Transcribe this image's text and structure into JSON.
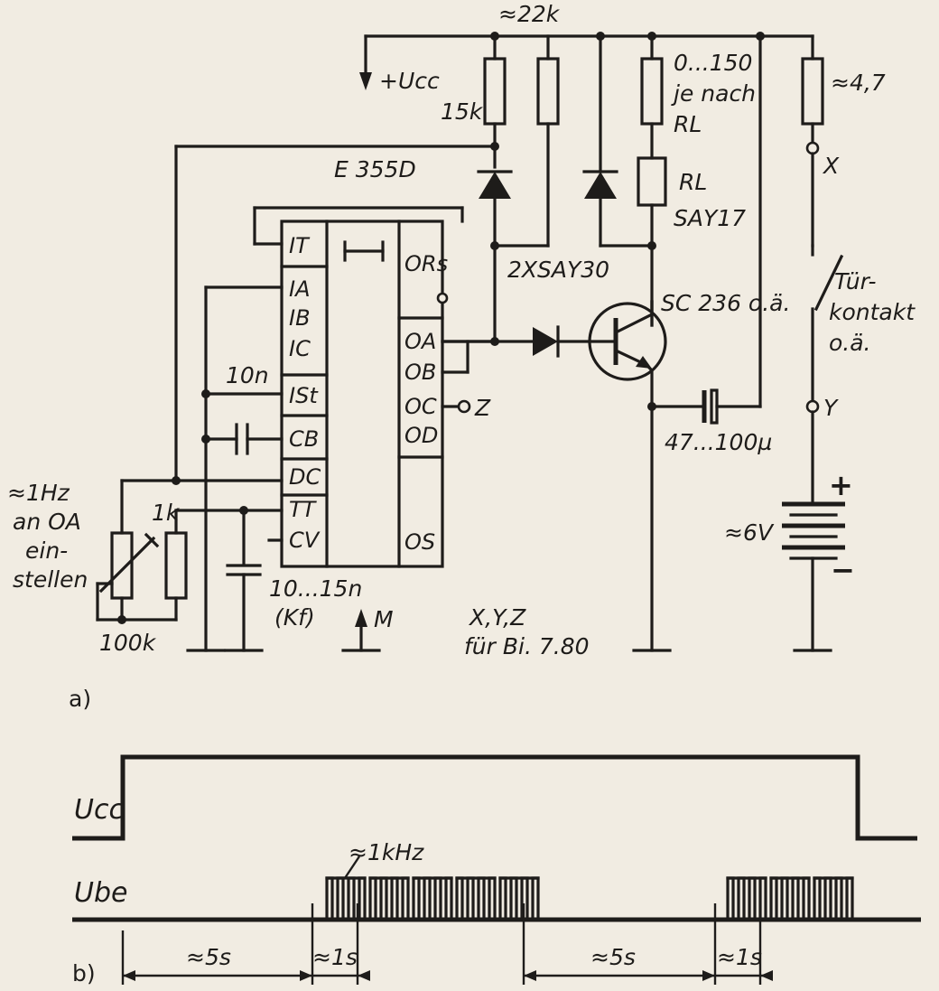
{
  "figure_labels": {
    "a": "a)",
    "b": "b)"
  },
  "circuit": {
    "ic": {
      "type": "E 355D",
      "pins_left": [
        "IT",
        "IA",
        "IB",
        "IC",
        "ISt",
        "CB",
        "DC",
        "TT",
        "CV"
      ],
      "pins_right": [
        "ORs",
        "OA",
        "OB",
        "OC",
        "OD",
        "OS"
      ]
    },
    "supply": {
      "label": "+Ucc",
      "value": "≈22k"
    },
    "resistor_15k": "15k",
    "resistor_series": {
      "range": "0...150",
      "note": "je nach",
      "ref": "RL"
    },
    "resistor_47": "≈4,7",
    "relay": {
      "ref": "RL",
      "type": "SAY17"
    },
    "diodes_label": "2XSAY30",
    "transistor": "SC 236 o.ä.",
    "capacitor_10n": "10n",
    "capacitor_timing": {
      "value": "10...15n",
      "note": "(Kf)"
    },
    "capacitor_out": "47...100µ",
    "pot": {
      "value": "100k",
      "series_r": "1k",
      "note": [
        "≈1Hz",
        "an OA",
        "ein-",
        "stellen"
      ]
    },
    "terminals": {
      "x": "X",
      "y": "Y",
      "z": "Z",
      "ref": "X,Y,Z",
      "ref_note": "für Bi. 7.80"
    },
    "switch": [
      "Tür-",
      "kontakt",
      "o.ä."
    ],
    "battery": {
      "value": "≈6V",
      "plus": "+",
      "minus": "−"
    },
    "ground": "M"
  },
  "timing": {
    "ucc_label": "Ucc",
    "ube_label": "Ube",
    "freq": "≈1kHz",
    "long": "≈5s",
    "short": "≈1s"
  }
}
